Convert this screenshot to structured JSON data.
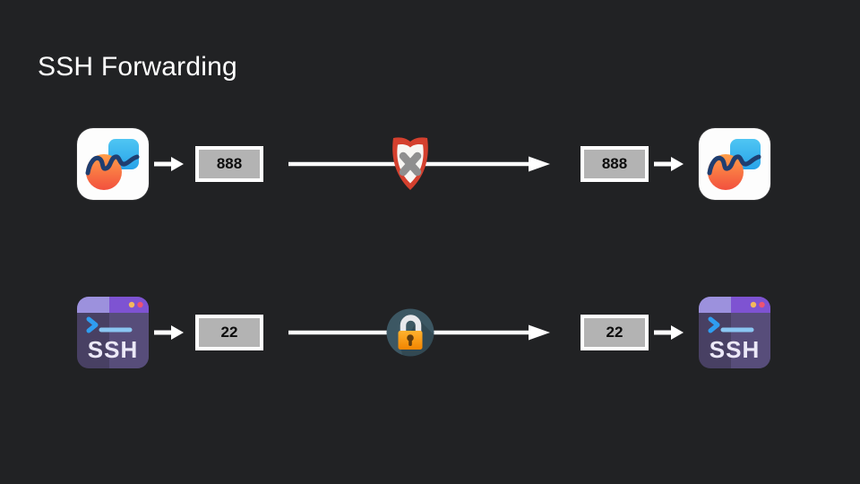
{
  "slide": {
    "title": "SSH Forwarding"
  },
  "rows": [
    {
      "label": "blocked-app-forwarding",
      "left_icon": "chart-app-icon",
      "left_port": "888",
      "middle_icon": "shield-blocked-icon",
      "right_port": "888",
      "right_icon": "chart-app-icon"
    },
    {
      "label": "ssh-tunnel-forwarding",
      "left_icon": "ssh-terminal-icon",
      "left_port": "22",
      "middle_icon": "padlock-icon",
      "right_port": "22",
      "right_icon": "ssh-terminal-icon",
      "ssh_label": "SSH"
    }
  ],
  "colors": {
    "background": "#212224",
    "arrow": "#ffffff",
    "port_box_fill": "#b3b3b3",
    "port_box_border": "#ffffff",
    "port_text": "#0c0c0c",
    "shield_red": "#d4402e",
    "shield_x_gray": "#8f8f8f",
    "lock_circle": "#3c5763",
    "lock_body_orange": "#f79a1f",
    "ssh_purple_dark": "#484063",
    "ssh_purple_light": "#574d7a",
    "ssh_titlebar_left": "#9c91dd",
    "ssh_titlebar_right": "#7e53d2",
    "chart_blue": "#36b5ee",
    "chart_orange": "#f4543c",
    "chart_wave_navy": "#1f3e70"
  }
}
